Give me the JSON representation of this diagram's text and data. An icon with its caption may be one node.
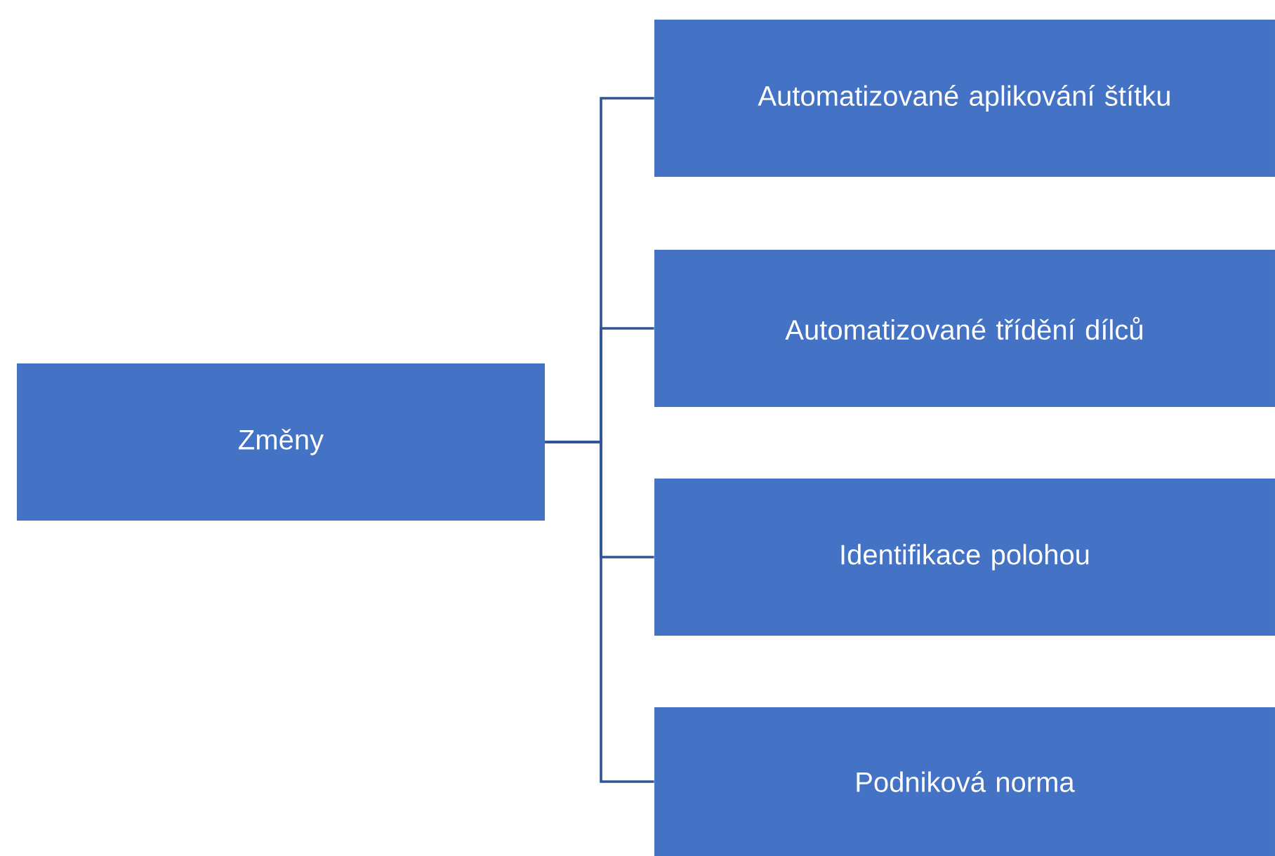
{
  "diagram": {
    "nodes": [
      {
        "text": [
          "Změny"
        ]
      },
      {
        "text": [
          "Automatizované aplikování štítku"
        ]
      },
      {
        "text": [
          "Automatizované třídění dílců"
        ]
      },
      {
        "text": [
          "Identifikace polohou"
        ]
      },
      {
        "text": [
          "Podniková norma"
        ]
      }
    ],
    "edges": [
      {
        "from": 0,
        "to": 1,
        "arrow": "none"
      },
      {
        "from": 0,
        "to": 2,
        "arrow": "none"
      },
      {
        "from": 0,
        "to": 3,
        "arrow": "none"
      },
      {
        "from": 0,
        "to": 4,
        "arrow": "none"
      }
    ]
  }
}
